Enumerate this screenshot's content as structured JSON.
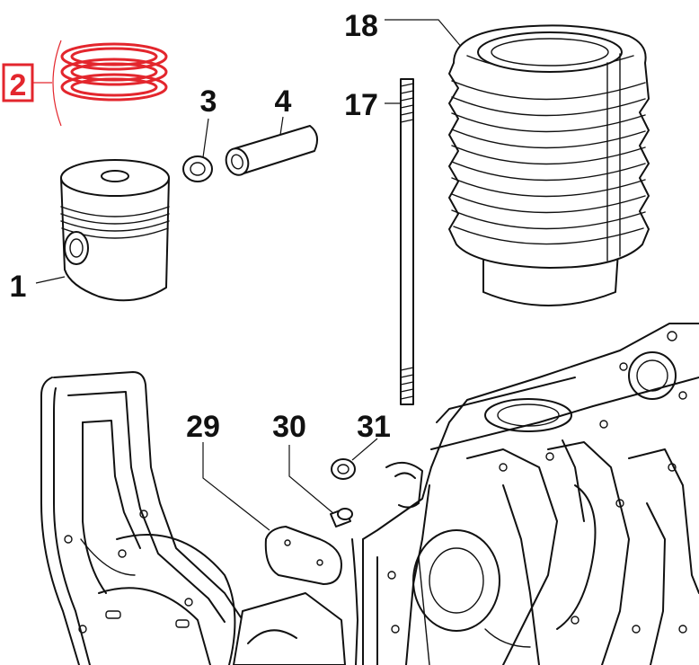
{
  "colors": {
    "highlight": "#e3262d",
    "line": "#111111",
    "background": "#ffffff"
  },
  "parts": [
    {
      "ref": "1",
      "name": "piston"
    },
    {
      "ref": "2",
      "name": "piston-ring-set",
      "highlighted": true
    },
    {
      "ref": "3",
      "name": "circlip"
    },
    {
      "ref": "4",
      "name": "piston-pin"
    },
    {
      "ref": "17",
      "name": "stud-bolt"
    },
    {
      "ref": "18",
      "name": "cylinder-barrel"
    },
    {
      "ref": "29",
      "name": "plate"
    },
    {
      "ref": "30",
      "name": "screw"
    },
    {
      "ref": "31",
      "name": "washer"
    }
  ]
}
